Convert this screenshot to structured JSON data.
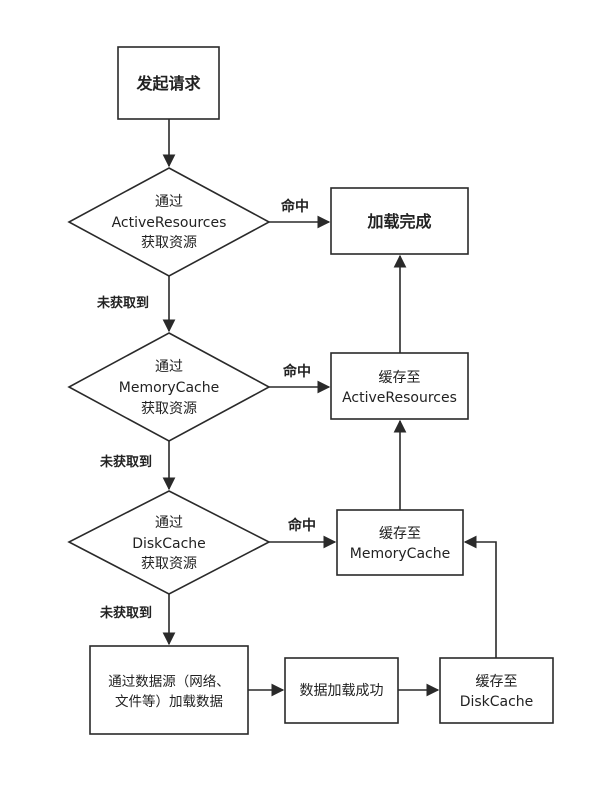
{
  "nodes": {
    "start": {
      "label": "发起请求"
    },
    "check_active": {
      "lines": [
        "通过",
        "ActiveResources",
        "获取资源"
      ]
    },
    "check_memory": {
      "lines": [
        "通过",
        "MemoryCache",
        "获取资源"
      ]
    },
    "check_disk": {
      "lines": [
        "通过",
        "DiskCache",
        "获取资源"
      ]
    },
    "load_done": {
      "label": "加载完成"
    },
    "cache_active": {
      "lines": [
        "缓存至",
        "ActiveResources"
      ]
    },
    "cache_memory": {
      "lines": [
        "缓存至",
        "MemoryCache"
      ]
    },
    "cache_disk": {
      "lines": [
        "缓存至",
        "DiskCache"
      ]
    },
    "fetch_source": {
      "lines": [
        "通过数据源（网络、",
        "文件等）加载数据"
      ]
    },
    "load_success": {
      "label": "数据加载成功"
    }
  },
  "edges": {
    "hit_1": "命中",
    "hit_2": "命中",
    "hit_3": "命中",
    "miss_1": "未获取到",
    "miss_2": "未获取到",
    "miss_3": "未获取到"
  },
  "colors": {
    "stroke": "#2a2a2a",
    "text": "#222222"
  }
}
